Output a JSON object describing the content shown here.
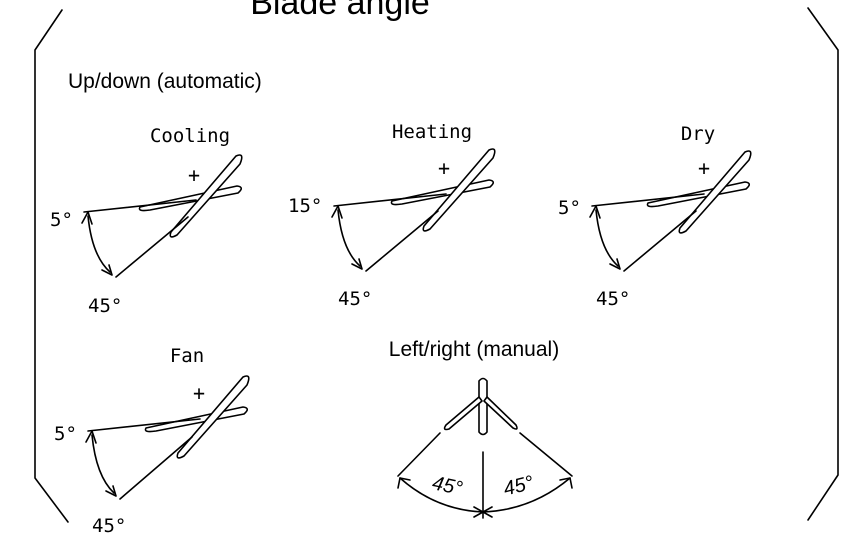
{
  "title": "Blade angle",
  "section_updown": "Up/down (automatic)",
  "section_leftright": "Left/right (manual)",
  "modes": [
    {
      "label": "Cooling",
      "upper_angle": "5°",
      "lower_angle": "45°",
      "marker": "+"
    },
    {
      "label": "Heating",
      "upper_angle": "15°",
      "lower_angle": "45°",
      "marker": "+"
    },
    {
      "label": "Dry",
      "upper_angle": "5°",
      "lower_angle": "45°",
      "marker": "+"
    },
    {
      "label": "Fan",
      "upper_angle": "5°",
      "lower_angle": "45°",
      "marker": "+"
    }
  ],
  "leftright": {
    "left_angle": "45°",
    "right_angle": "45°"
  }
}
